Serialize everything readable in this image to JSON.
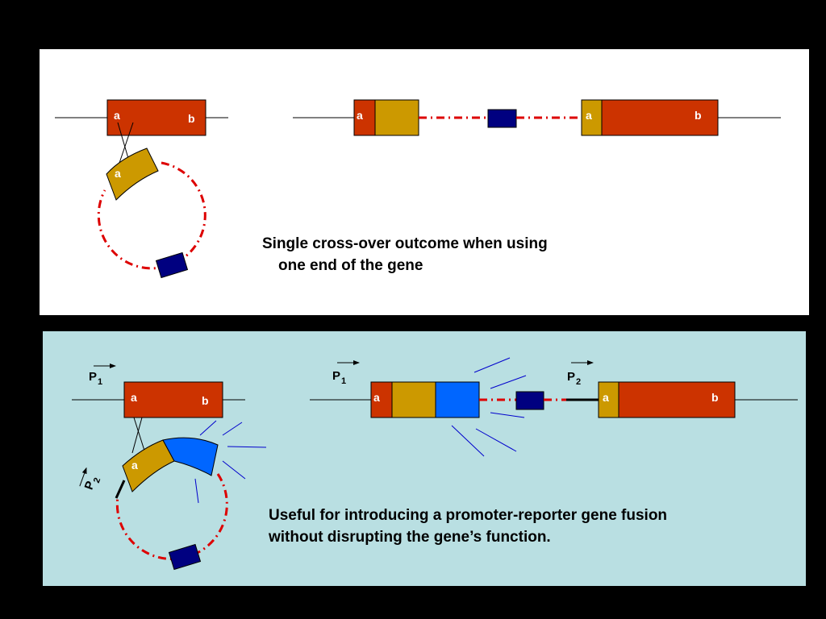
{
  "colors": {
    "slide_bg": "#000000",
    "top_panel_bg": "#ffffff",
    "bottom_panel_bg": "#b9dfe2",
    "gene_red": "#cc3300",
    "homology_gold": "#cc9900",
    "reporter_blue": "#0066ff",
    "marker_navy": "#000080",
    "plasmid_dash": "#dd0000",
    "rays": "#0000cc"
  },
  "labels": {
    "a": "a",
    "b": "b",
    "p": "P",
    "sub_1": "1",
    "sub_2": "2"
  },
  "top_panel": {
    "caption_line1": "Single cross-over outcome when using",
    "caption_line2": "one end of the gene"
  },
  "bottom_panel": {
    "caption_line1": "Useful for introducing a promoter-reporter gene fusion",
    "caption_line2": "without disrupting the gene’s function."
  }
}
